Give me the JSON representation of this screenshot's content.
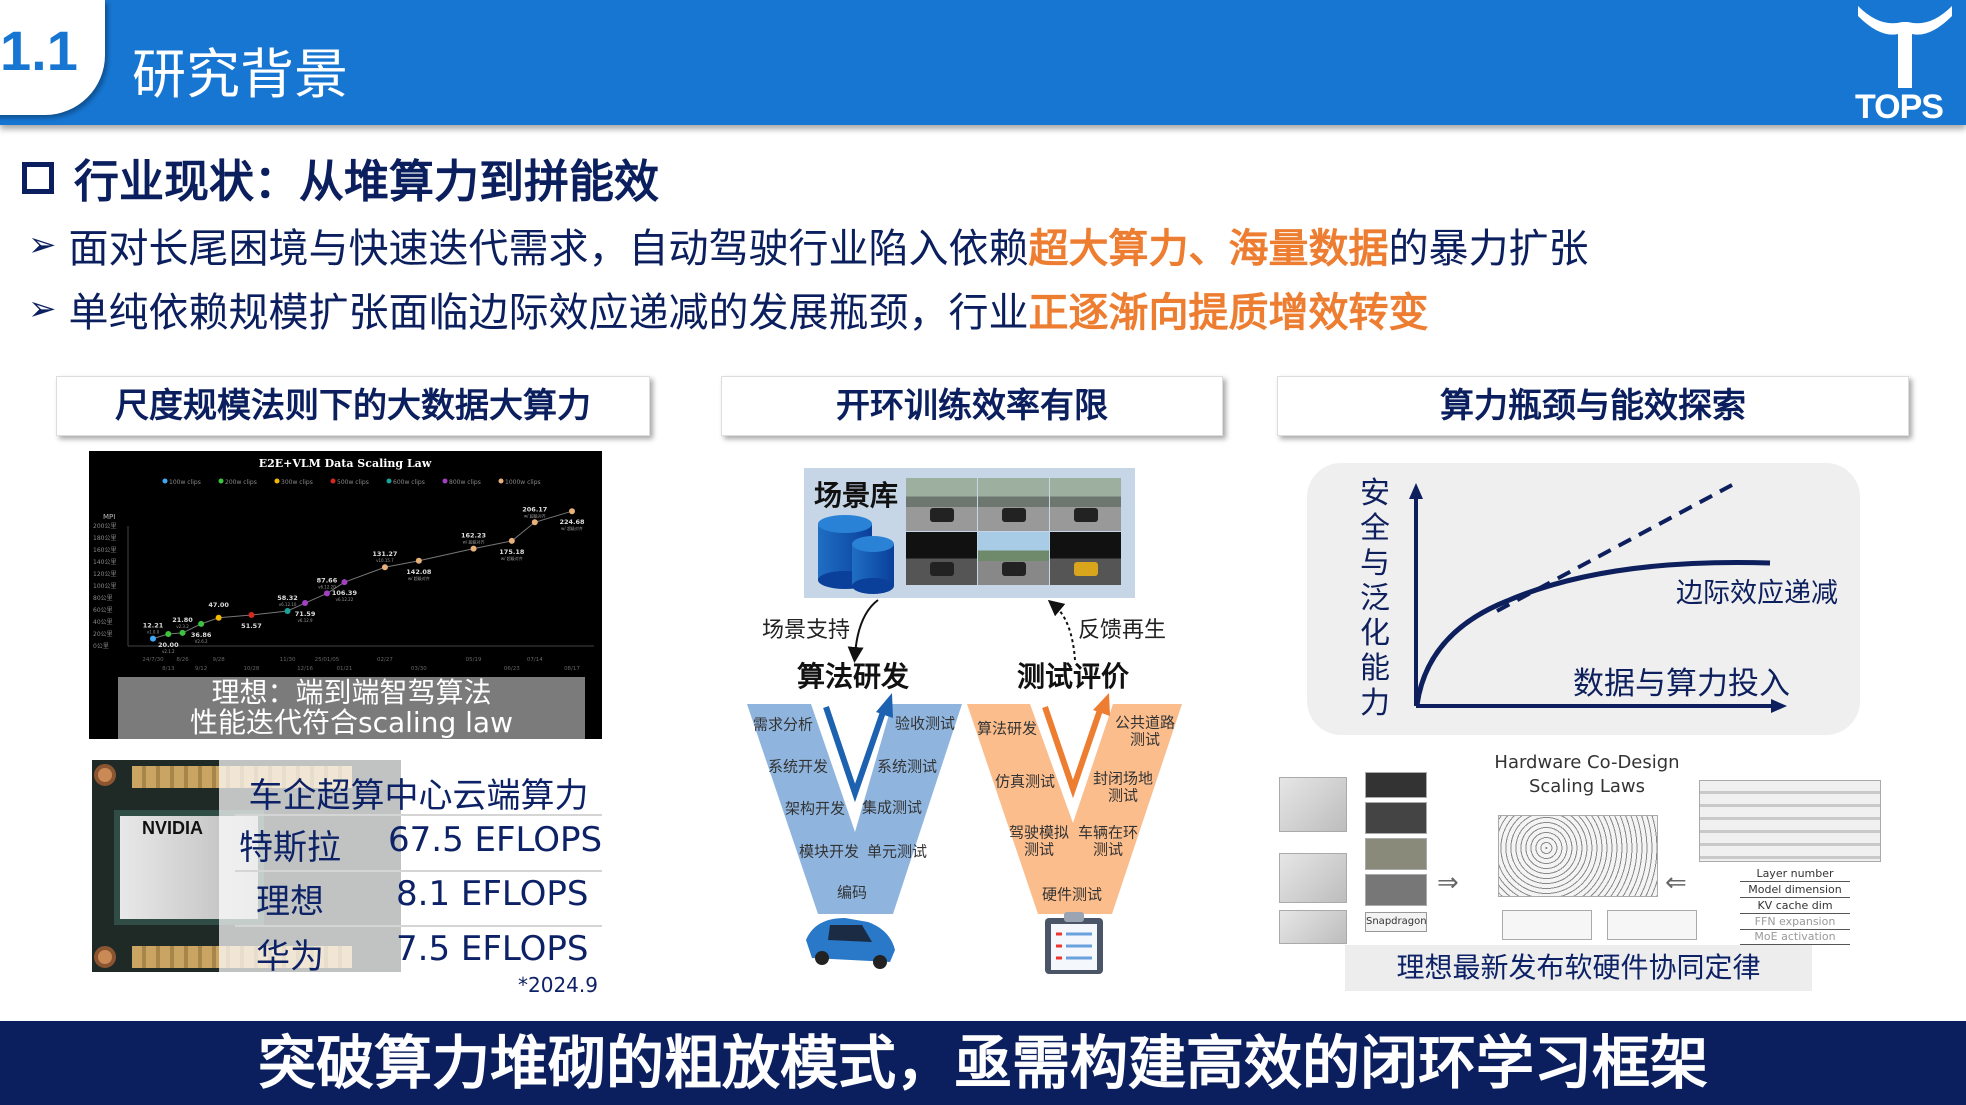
{
  "header": {
    "section_number": "1.1",
    "title": "研究背景",
    "logo_text": "TOPS"
  },
  "heading": "行业现状：从堆算力到拼能效",
  "bullets": [
    {
      "pre": "面对长尾困境与快速迭代需求，自动驾驶行业陷入依赖",
      "hl": "超大算力、海量数据",
      "post": "的暴力扩张"
    },
    {
      "pre": "单纯依赖规模扩张面临边际效应递减的发展瓶颈，行业",
      "hl": "正逐渐向提质增效转变",
      "post": ""
    }
  ],
  "sections": [
    "尺度规模法则下的大数据大算力",
    "开环训练效率有限",
    "算力瓶颈与能效探索"
  ],
  "scaling_chart": {
    "overlay_line1": "理想：端到端智驾算法",
    "overlay_line2": "性能迭代符合scaling law"
  },
  "chart_data": {
    "type": "line",
    "title": "E2E+VLM Data Scaling Law",
    "ylabel": "MPI",
    "ylim": [
      0,
      200
    ],
    "yticks": [
      "0公里",
      "20公里",
      "40公里",
      "60公里",
      "80公里",
      "100公里",
      "120公里",
      "140公里",
      "160公里",
      "180公里",
      "200公里"
    ],
    "legend": [
      {
        "name": "100w clips",
        "color": "#3fa9f5"
      },
      {
        "name": "200w clips",
        "color": "#3cc43c"
      },
      {
        "name": "300w clips",
        "color": "#f5b800"
      },
      {
        "name": "500w clips",
        "color": "#d42a1c"
      },
      {
        "name": "600w clips",
        "color": "#1aa39a"
      },
      {
        "name": "800w clips",
        "color": "#a43fc4"
      },
      {
        "name": "1000w clips",
        "color": "#e8b07a"
      }
    ],
    "legend_position": "top",
    "points": [
      {
        "date": "24/7/30",
        "day": 0,
        "value": 12.21,
        "tag": "v1.0.0",
        "series": 0
      },
      {
        "date": "8/13",
        "day": 14,
        "value": 20.0,
        "tag": "v2.1.2",
        "series": 1
      },
      {
        "date": "8/26",
        "day": 27,
        "value": 21.8,
        "tag": "v2.3.2",
        "series": 1
      },
      {
        "date": "9/12",
        "day": 44,
        "value": 36.86,
        "tag": "V2.6.2",
        "series": 1
      },
      {
        "date": "9/28",
        "day": 60,
        "value": 47,
        "tag": "",
        "series": 2
      },
      {
        "date": "10/28",
        "day": 90,
        "value": 51.57,
        "tag": "",
        "series": 3
      },
      {
        "date": "11/30",
        "day": 123,
        "value": 58.32,
        "tag": "v6.12.10",
        "series": 4
      },
      {
        "date": "12/16",
        "day": 139,
        "value": 71.59,
        "tag": "v6.12.9",
        "series": 5
      },
      {
        "date": "25/01/05",
        "day": 159,
        "value": 87.66,
        "tag": "v6.12.20",
        "series": 5
      },
      {
        "date": "01/21",
        "day": 175,
        "value": 106.39,
        "tag": "v6.12.22",
        "series": 5
      },
      {
        "date": "02/27",
        "day": 212,
        "value": 131.27,
        "tag": "v10.15.7",
        "series": 6
      },
      {
        "date": "03/30",
        "day": 243,
        "value": 142.08,
        "tag": "w/ 超级对齐",
        "series": 6
      },
      {
        "date": "05/19",
        "day": 293,
        "value": 162.23,
        "tag": "w/ 超级对齐",
        "series": 6
      },
      {
        "date": "06/23",
        "day": 328,
        "value": 175.18,
        "tag": "w/ 超级对齐",
        "series": 6
      },
      {
        "date": "07/14",
        "day": 349,
        "value": 206.17,
        "tag": "w/ 超级对齐",
        "series": 6
      },
      {
        "date": "08/17",
        "day": 383,
        "value": 224.68,
        "tag": "w/ 超级对齐",
        "series": 6
      }
    ]
  },
  "compute_table": {
    "title": "车企超算中心云端算力",
    "rows": [
      {
        "name": "特斯拉",
        "value": "67.5 EFLOPS"
      },
      {
        "name": "理想",
        "value": "8.1 EFLOPS"
      },
      {
        "name": "华为",
        "value": "7.5 EFLOPS"
      }
    ],
    "note": "*2024.9",
    "chip_brand": "NVIDIA"
  },
  "open_loop": {
    "scene_lib": "场景库",
    "scene_support": "场景支持",
    "feedback": "反馈再生",
    "algo_dev": "算法研发",
    "test_eval": "测试评价",
    "blue_v": [
      "需求分析",
      "系统开发",
      "架构开发",
      "模块开发",
      "单元测试",
      "编码",
      "验收测试",
      "系统测试",
      "集成测试"
    ],
    "orange_v": [
      "算法研发",
      "仿真测试",
      "驾驶模拟",
      "测试",
      "硬件测试",
      "公共道路",
      "测试",
      "封闭场地",
      "测试",
      "车辆在环",
      "测试"
    ]
  },
  "efficiency": {
    "y_axis": "安全与泛化能力",
    "x_axis": "数据与算力投入",
    "curve_label": "边际效应递减",
    "hw_title1": "Hardware Co-Design",
    "hw_title2": "Scaling Laws",
    "hw_list": [
      "Layer number",
      "Model dimension",
      "KV cache dim",
      "FFN expansion",
      "MoE activation"
    ],
    "chip_label": "Snapdragon",
    "caption": "理想最新发布软硬件协同定律"
  },
  "footer": "突破算力堆砌的粗放模式，亟需构建高效的闭环学习框架"
}
